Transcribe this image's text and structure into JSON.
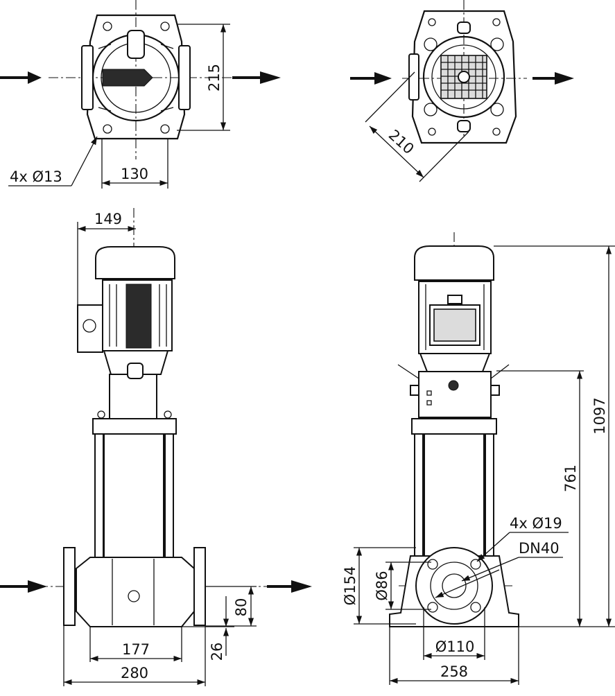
{
  "dimensions": {
    "top_left": {
      "height": "215",
      "width": "130",
      "holes": "4x Ø13"
    },
    "top_right": {
      "diagonal": "210"
    },
    "front_view": {
      "motor_offset": "149",
      "base_inner": "177",
      "base_outer": "280",
      "port_height": "80",
      "foot_height": "26"
    },
    "side_view": {
      "overall_height": "1097",
      "lantern_height": "761",
      "flange_holes": "4x Ø19",
      "nominal_diameter": "DN40",
      "flange_outer": "Ø154",
      "flange_raised": "Ø86",
      "bolt_circle": "Ø110",
      "base_width": "258"
    }
  },
  "icons": {
    "flow_in": "arrow-right-icon",
    "flow_out": "arrow-right-icon"
  }
}
